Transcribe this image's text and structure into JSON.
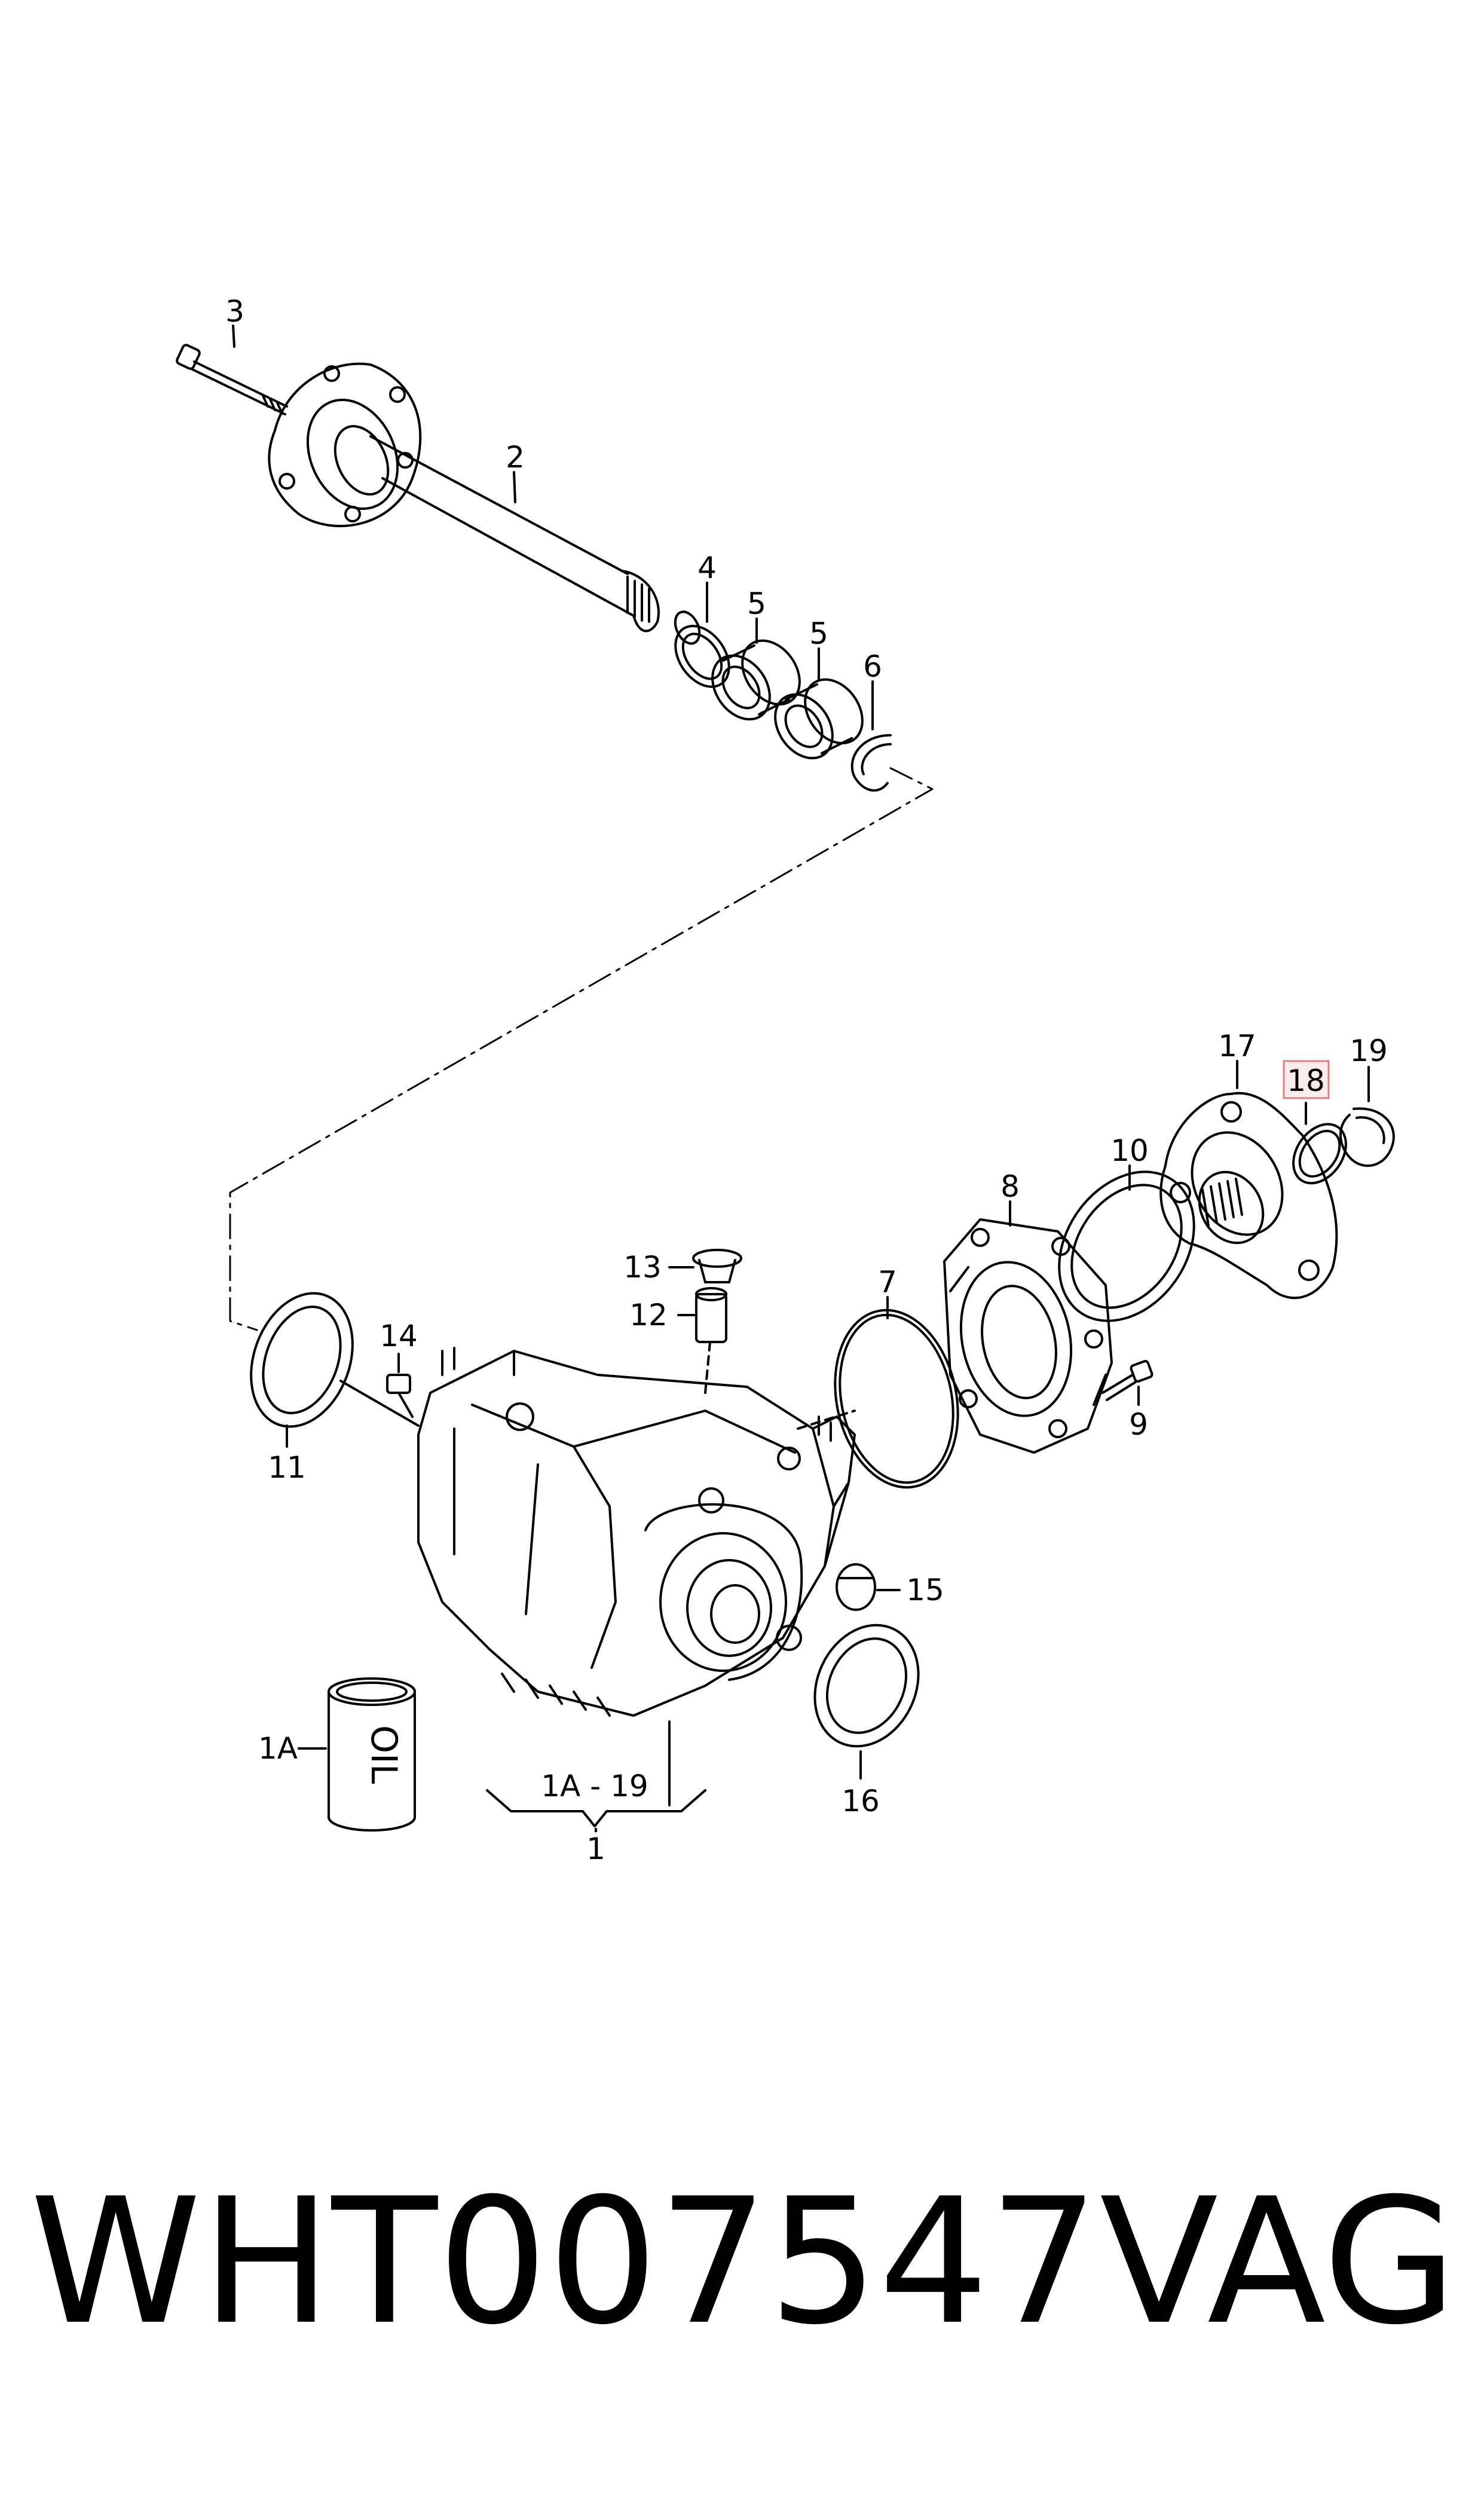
{
  "diagram": {
    "callouts": {
      "c1": "1",
      "c1a": "1A",
      "c1a_19": "1A - 19",
      "c2": "2",
      "c3": "3",
      "c4": "4",
      "c5a": "5",
      "c5b": "5",
      "c6": "6",
      "c7": "7",
      "c8": "8",
      "c9": "9",
      "c10": "10",
      "c11": "11",
      "c12": "12",
      "c13": "13",
      "c14": "14",
      "c15": "15",
      "c16": "16",
      "c17": "17",
      "c18": "18",
      "c19": "19"
    },
    "oil_can_label": "OIL",
    "highlight_color": "#e08080",
    "highlight_fill": "#fdecec"
  },
  "footer": {
    "part_number": "WHT007547",
    "brand": "VAG"
  }
}
